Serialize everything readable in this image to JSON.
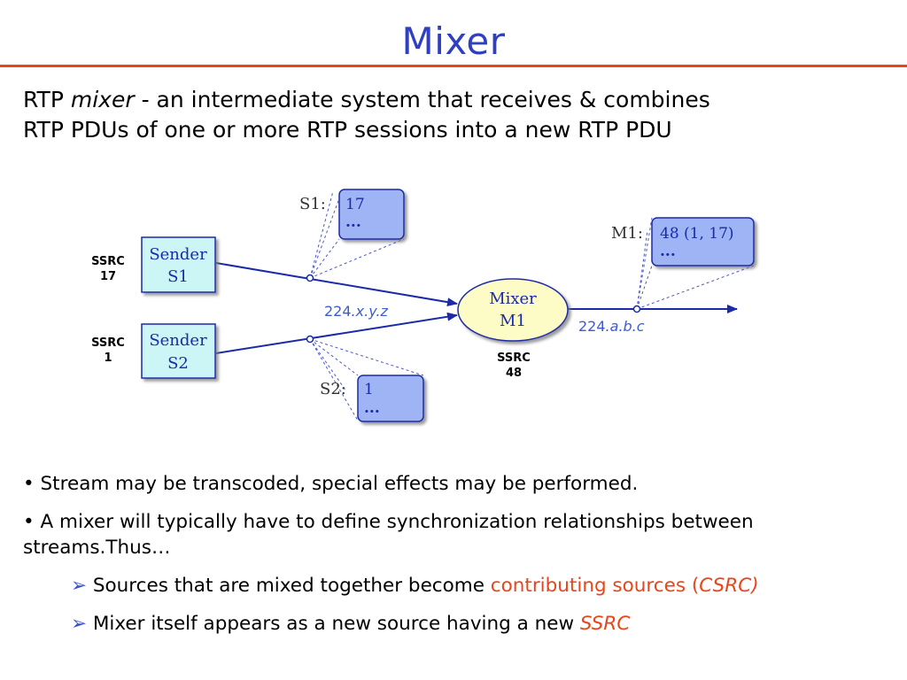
{
  "title": "Mixer",
  "intro": {
    "line1_a": "RTP ",
    "line1_em": "mixer",
    "line1_b": " - an intermediate system that receives & combines",
    "line2": "RTP PDUs of one or more RTP sessions into a new RTP PDU"
  },
  "diagram": {
    "sender1": {
      "line1": "Sender",
      "line2": "S1",
      "ssrc_label": "SSRC",
      "ssrc_value": "17"
    },
    "sender2": {
      "line1": "Sender",
      "line2": "S2",
      "ssrc_label": "SSRC",
      "ssrc_value": "1"
    },
    "mixer": {
      "line1": "Mixer",
      "line2": "M1",
      "ssrc_label": "SSRC",
      "ssrc_value": "48"
    },
    "addr_in": "224.x.y.z",
    "addr_in_prefix": "224",
    "addr_in_suffix": ".x.y.z",
    "addr_out_prefix": "224",
    "addr_out_suffix": ".a.b.c",
    "packet_s1": {
      "label": "S1:",
      "line1": "17",
      "line2": "..."
    },
    "packet_s2": {
      "label": "S2:",
      "line1": "1",
      "line2": "..."
    },
    "packet_m1": {
      "label": "M1:",
      "line1": "48 (1, 17)",
      "line2": "..."
    }
  },
  "bullets": {
    "b1": "• Stream may be transcoded, special effects may be performed.",
    "b2": "• A mixer will typically have to define synchronization relationships between streams.Thus…",
    "sub1_marker": "➢",
    "sub1_text": " Sources that are mixed together become ",
    "sub1_red": "contributing sources (",
    "sub1_red_ital": "CSRC)",
    "sub2_marker": "➢",
    "sub2_text": " Mixer itself appears as a new source having a new ",
    "sub2_red_ital": "SSRC"
  },
  "colors": {
    "title": "#2f3fbd",
    "rule": "#e8461a",
    "highlight": "#e8461a",
    "sender_fill": "#ccf5f5",
    "packet_fill": "#9fb4f4",
    "mixer_fill": "#fdfbc6",
    "line": "#1a2aa8",
    "address": "#3c5bd4"
  }
}
